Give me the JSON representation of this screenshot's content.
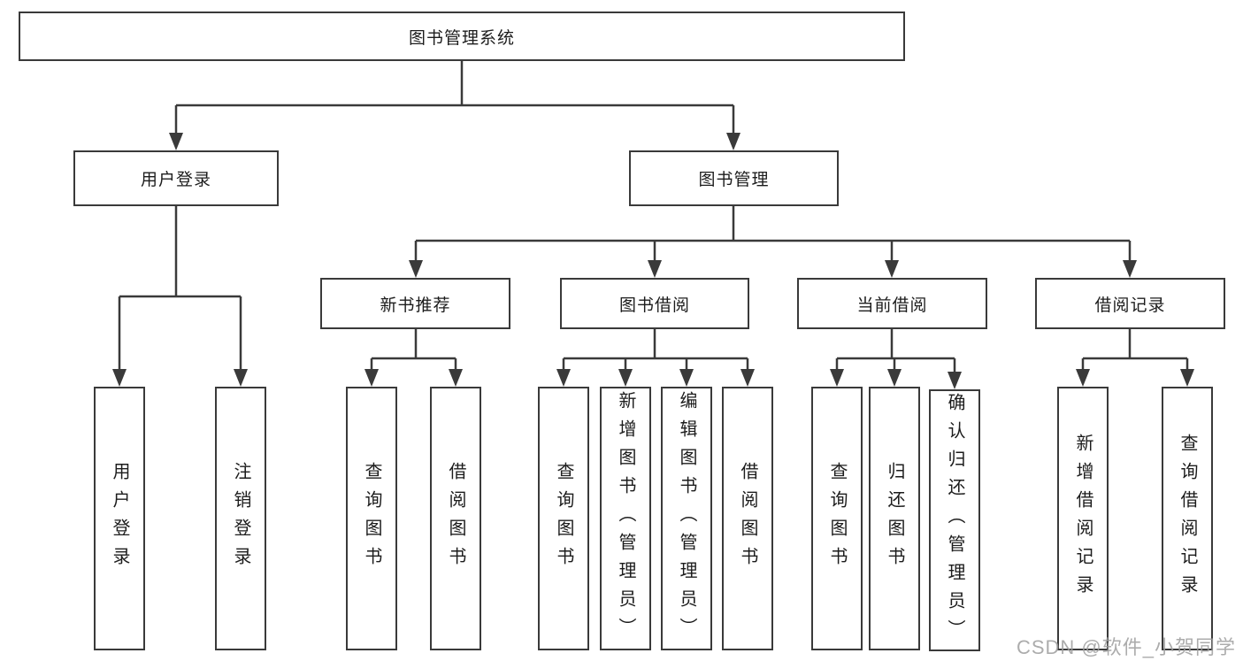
{
  "diagram": {
    "root": "图书管理系统",
    "user_branch": {
      "label": "用户登录",
      "children": [
        "用户登录",
        "注销登录"
      ]
    },
    "book_branch": {
      "label": "图书管理",
      "sections": [
        {
          "label": "新书推荐",
          "children": [
            "查询图书",
            "借阅图书"
          ]
        },
        {
          "label": "图书借阅",
          "children": [
            "查询图书",
            "新增图书（管理员）",
            "编辑图书（管理员）",
            "借阅图书"
          ]
        },
        {
          "label": "当前借阅",
          "children": [
            "查询图书",
            "归还图书",
            "确认归还（管理员）"
          ]
        },
        {
          "label": "借阅记录",
          "children": [
            "新增借阅记录",
            "查询借阅记录"
          ]
        }
      ]
    },
    "line_color": "#3a3a3a"
  },
  "watermark": "CSDN @软件_小贺同学"
}
